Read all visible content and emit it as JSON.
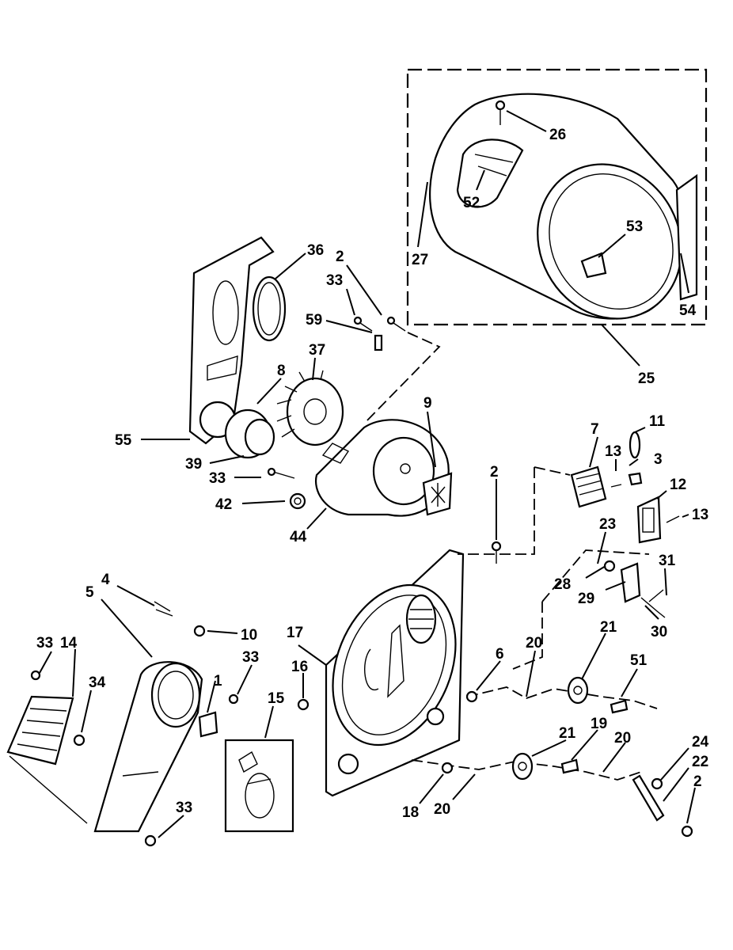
{
  "callouts": {
    "c26": "26",
    "c27": "27",
    "c52": "52",
    "c53": "53",
    "c54": "54",
    "c25": "25",
    "c36": "36",
    "c2a": "2",
    "c33a": "33",
    "c59": "59",
    "c37": "37",
    "c8": "8",
    "c9": "9",
    "c55": "55",
    "c39": "39",
    "c33b": "33",
    "c42": "42",
    "c44": "44",
    "c7": "7",
    "c11": "11",
    "c13a": "13",
    "c3": "3",
    "c12": "12",
    "c13b": "13",
    "c2b": "2",
    "c23": "23",
    "c28": "28",
    "c29": "29",
    "c31": "31",
    "c30": "30",
    "c4": "4",
    "c5": "5",
    "c10": "10",
    "c14": "14",
    "c33c": "33",
    "c34": "34",
    "c33d": "33",
    "c1": "1",
    "c15": "15",
    "c16": "16",
    "c17": "17",
    "c6": "6",
    "c20a": "20",
    "c21a": "21",
    "c51": "51",
    "c21b": "21",
    "c19": "19",
    "c20b": "20",
    "c24": "24",
    "c22": "22",
    "c2c": "2",
    "c18": "18",
    "c20c": "20",
    "c33e": "33"
  }
}
